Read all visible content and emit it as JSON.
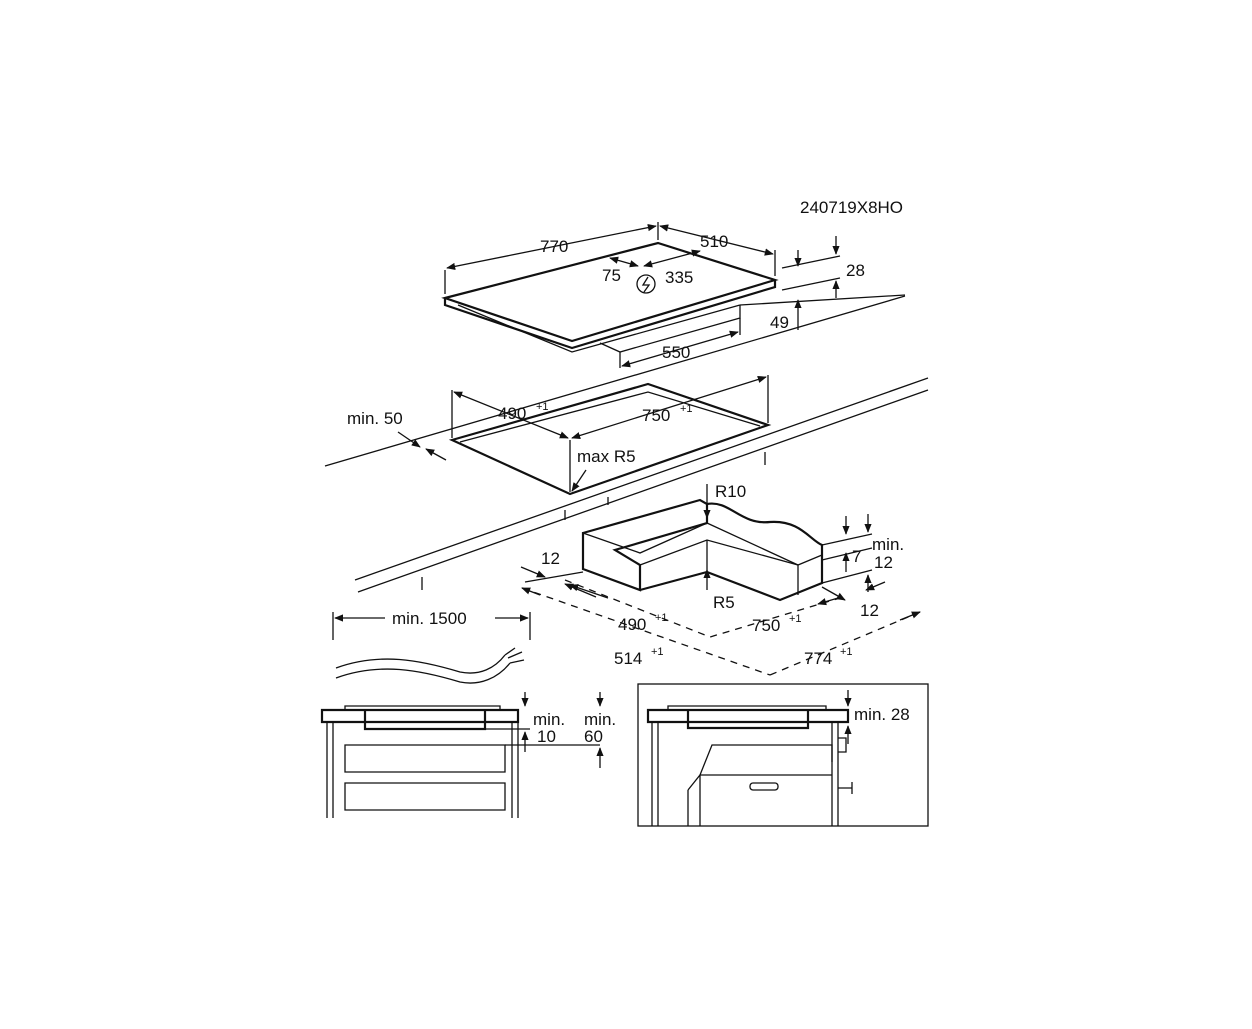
{
  "model_code": "240719X8HO",
  "hob": {
    "width": "770",
    "depth": "510",
    "cable_offset": "75",
    "cable_distance": "335",
    "thickness_top": "28",
    "height_below": "49",
    "bottom_width": "550"
  },
  "cutout": {
    "depth": "490",
    "depth_tolerance": "+1",
    "width": "750",
    "width_tolerance": "+1",
    "min_edge": "min. 50",
    "corner_radius": "max R5"
  },
  "frame": {
    "radius_top": "R10",
    "radius_inner": "R5",
    "rim_left": "12",
    "min_label": "min.",
    "min_value_7": "7",
    "min_value_12": "12",
    "rim_right": "12",
    "inner_depth": "490",
    "inner_depth_tolerance": "+1",
    "inner_width": "750",
    "inner_width_tolerance": "+1",
    "outer_depth": "514",
    "outer_depth_tolerance": "+1",
    "outer_width": "774",
    "outer_width_tolerance": "+1"
  },
  "cable": {
    "min_length": "min. 1500"
  },
  "drawer_install": {
    "min_label_a": "min.",
    "min_value_a": "10",
    "min_label_b": "min.",
    "min_value_b": "60"
  },
  "oven_install": {
    "min_gap": "min. 28"
  }
}
